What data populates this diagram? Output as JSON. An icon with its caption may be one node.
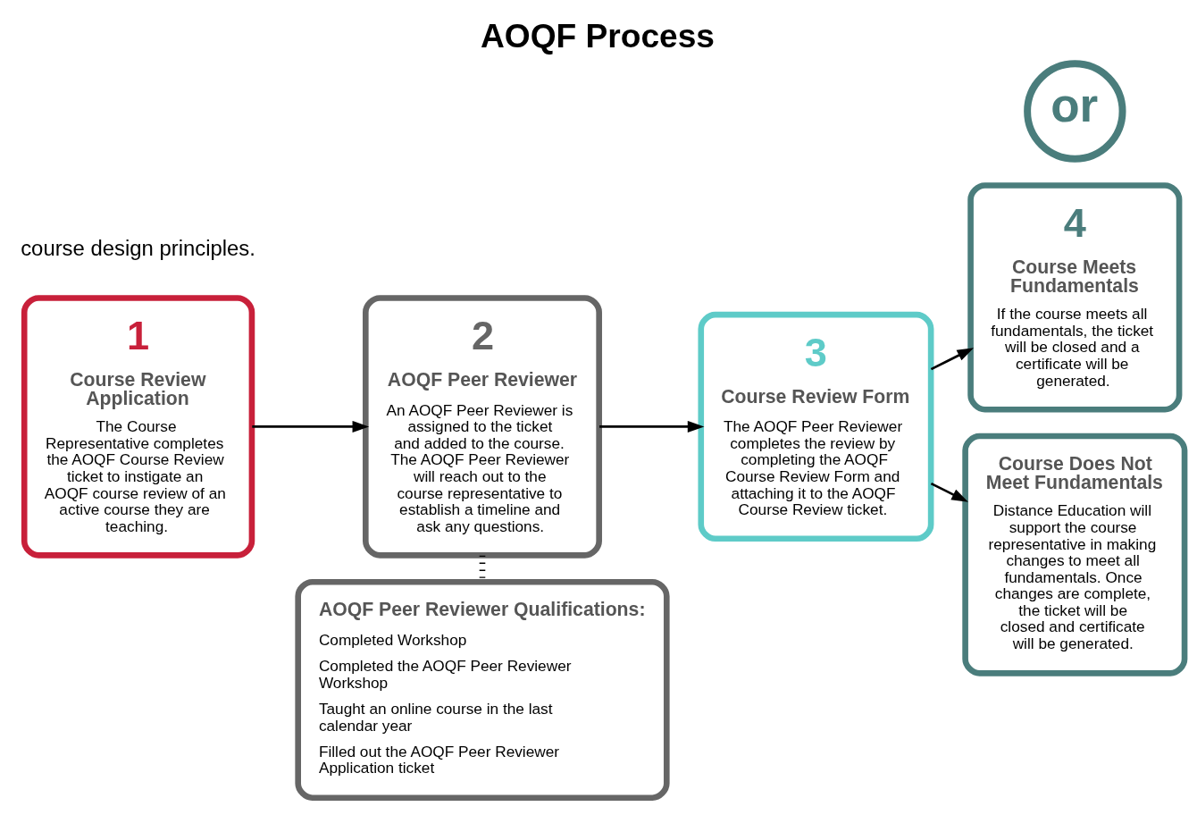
{
  "diagram": {
    "title": "AOQF Process",
    "nodes": [
      {
        "text": [
          "1",
          "Course Review Application",
          "The Course Representative completes the AOQF Course Review ticket to instigate an AOQF course review of an active course they are teaching."
        ]
      },
      {
        "text": [
          "2",
          "AOQF Peer Reviewer",
          "An AOQF Peer Reviewer is assigned to the ticket and added to the course. The AOQF Peer Reviewer will reach out to the course representative to establish a timeline and ask any questions."
        ]
      },
      {
        "text": [
          "3",
          "Course Review Form",
          "The AOQF Peer Reviewer completes the review by completing the AOQF Course Review Form and attaching it to the AOQF Course Review ticket."
        ]
      },
      {
        "text": [
          "4",
          "Course Meets Fundamentals",
          "If the course meets all fundamentals, the ticket will be closed and a certificate will be generated."
        ]
      },
      {
        "text": [
          "or"
        ]
      },
      {
        "text": [
          "Course Does Not Meet Fundamentals",
          "Distance Education will support the course representative in making changes to meet all fundamentals. Once changes are complete, the ticket will be closed and certificate will be generated."
        ]
      },
      {
        "text": [
          "AOQF Peer Reviewer Qualifications:",
          "Completed Workshop",
          "Completed the AOQF Peer Reviewer Workshop",
          "Taught an online course in the last calendar year",
          "Filled out the AOQF Peer Reviewer Application ticket"
        ]
      }
    ],
    "edges": [
      {
        "from": 0,
        "to": 1,
        "arrow": "to"
      },
      {
        "from": 1,
        "to": 2,
        "arrow": "to"
      },
      {
        "from": 2,
        "to": 3,
        "arrow": "to"
      },
      {
        "from": 2,
        "to": 5,
        "arrow": "to"
      },
      {
        "from": 1,
        "to": 6,
        "arrow": "none",
        "style": "dashed"
      }
    ],
    "labels": [
      "course design principles."
    ]
  }
}
